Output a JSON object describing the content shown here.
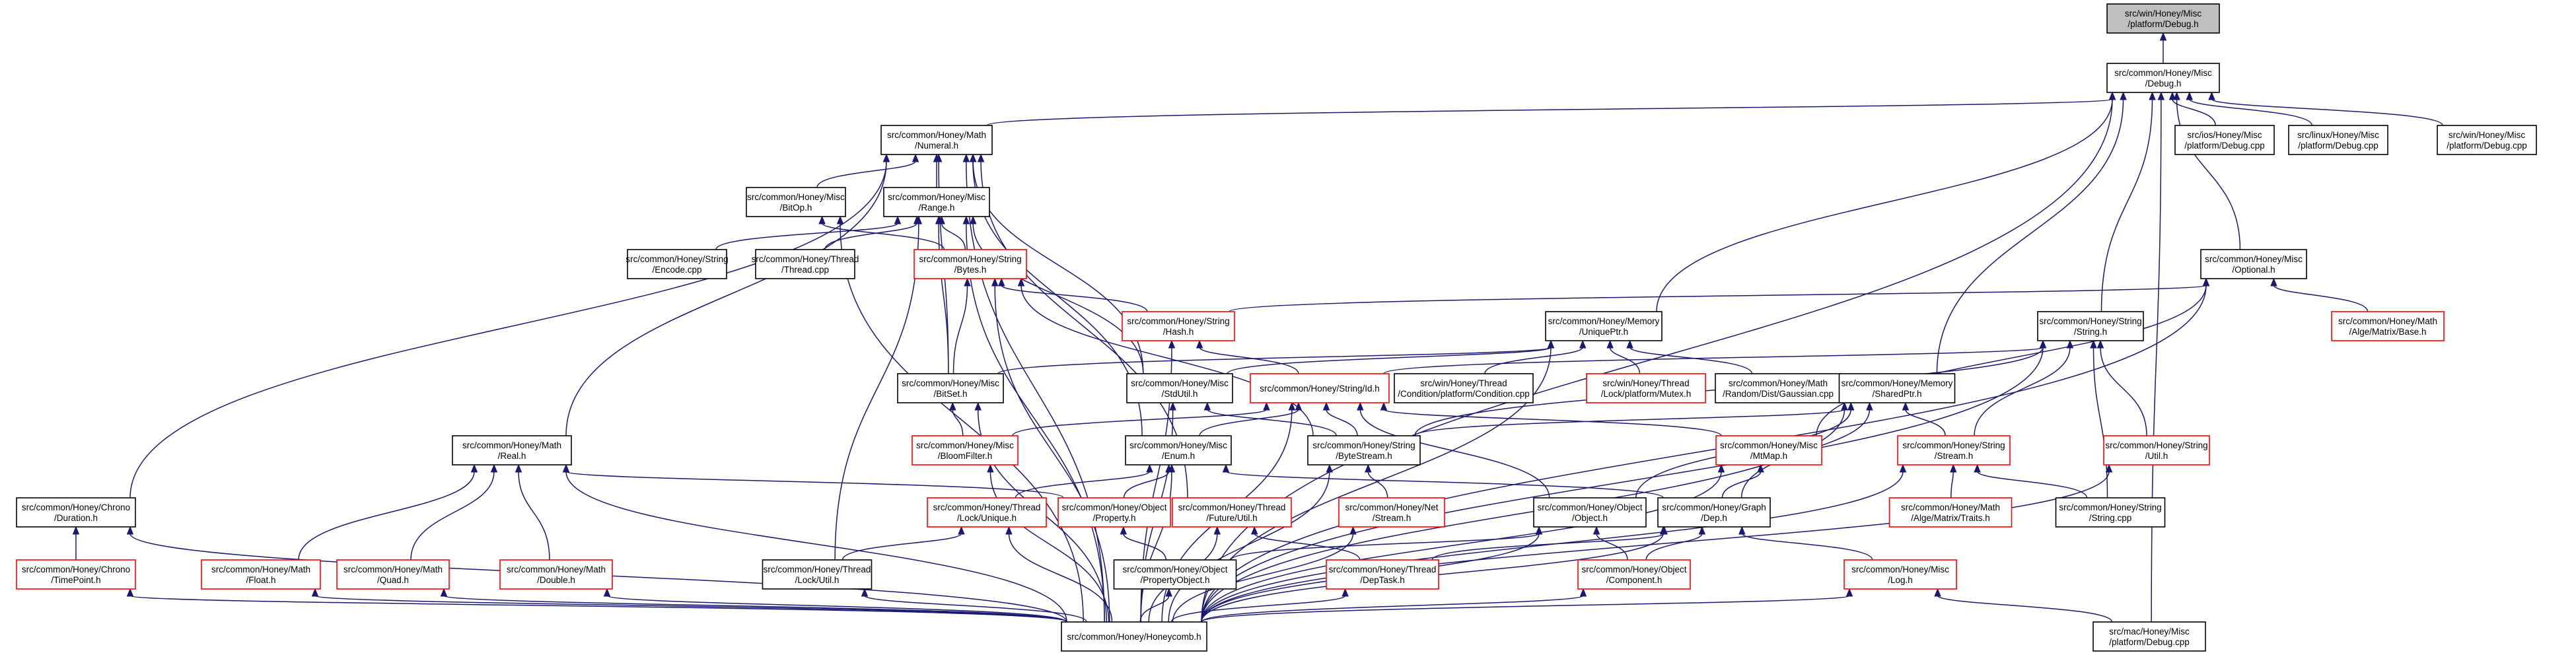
{
  "colors": {
    "edge": "#191970",
    "border_normal": "#000000",
    "border_truncated": "#ff0000",
    "fill_normal": "#ffffff",
    "fill_highlight": "#bfbfbf"
  },
  "nodes": [
    {
      "id": "win_debug",
      "lines": [
        "src/win/Honey/Misc",
        "/platform/Debug.h"
      ],
      "style": "highlight"
    },
    {
      "id": "debug_h",
      "lines": [
        "src/common/Honey/Misc",
        "/Debug.h"
      ],
      "style": "normal"
    },
    {
      "id": "numeral",
      "lines": [
        "src/common/Honey/Math",
        "/Numeral.h"
      ],
      "style": "normal"
    },
    {
      "id": "ios_debug",
      "lines": [
        "src/ios/Honey/Misc",
        "/platform/Debug.cpp"
      ],
      "style": "normal"
    },
    {
      "id": "linux_debug",
      "lines": [
        "src/linux/Honey/Misc",
        "/platform/Debug.cpp"
      ],
      "style": "normal"
    },
    {
      "id": "win_debug_cpp",
      "lines": [
        "src/win/Honey/Misc",
        "/platform/Debug.cpp"
      ],
      "style": "normal"
    },
    {
      "id": "bitop",
      "lines": [
        "src/common/Honey/Misc",
        "/BitOp.h"
      ],
      "style": "normal"
    },
    {
      "id": "range",
      "lines": [
        "src/common/Honey/Misc",
        "/Range.h"
      ],
      "style": "normal"
    },
    {
      "id": "encode",
      "lines": [
        "src/common/Honey/String",
        "/Encode.cpp"
      ],
      "style": "normal"
    },
    {
      "id": "thread_cpp",
      "lines": [
        "src/common/Honey/Thread",
        "/Thread.cpp"
      ],
      "style": "normal"
    },
    {
      "id": "bytes",
      "lines": [
        "src/common/Honey/String",
        "/Bytes.h"
      ],
      "style": "truncated"
    },
    {
      "id": "optional",
      "lines": [
        "src/common/Honey/Misc",
        "/Optional.h"
      ],
      "style": "normal"
    },
    {
      "id": "hash",
      "lines": [
        "src/common/Honey/String",
        "/Hash.h"
      ],
      "style": "truncated"
    },
    {
      "id": "uniqueptr",
      "lines": [
        "src/common/Honey/Memory",
        "/UniquePtr.h"
      ],
      "style": "normal"
    },
    {
      "id": "string_h",
      "lines": [
        "src/common/Honey/String",
        "/String.h"
      ],
      "style": "normal"
    },
    {
      "id": "alge_base",
      "lines": [
        "src/common/Honey/Math",
        "/Alge/Matrix/Base.h"
      ],
      "style": "truncated"
    },
    {
      "id": "bitset",
      "lines": [
        "src/common/Honey/Misc",
        "/BitSet.h"
      ],
      "style": "normal"
    },
    {
      "id": "stdutil",
      "lines": [
        "src/common/Honey/Misc",
        "/StdUtil.h"
      ],
      "style": "normal"
    },
    {
      "id": "stringid",
      "lines": [
        "src/common/Honey/String/Id.h"
      ],
      "style": "truncated"
    },
    {
      "id": "cond_cpp",
      "lines": [
        "src/win/Honey/Thread",
        "/Condition/platform/Condition.cpp"
      ],
      "style": "normal"
    },
    {
      "id": "mutex_h",
      "lines": [
        "src/win/Honey/Thread",
        "/Lock/platform/Mutex.h"
      ],
      "style": "truncated"
    },
    {
      "id": "gaussian",
      "lines": [
        "src/common/Honey/Math",
        "/Random/Dist/Gaussian.cpp"
      ],
      "style": "normal"
    },
    {
      "id": "sharedptr",
      "lines": [
        "src/common/Honey/Memory",
        "/SharedPtr.h"
      ],
      "style": "normal"
    },
    {
      "id": "real",
      "lines": [
        "src/common/Honey/Math",
        "/Real.h"
      ],
      "style": "normal"
    },
    {
      "id": "bloom",
      "lines": [
        "src/common/Honey/Misc",
        "/BloomFilter.h"
      ],
      "style": "truncated"
    },
    {
      "id": "enum_h",
      "lines": [
        "src/common/Honey/Misc",
        "/Enum.h"
      ],
      "style": "normal"
    },
    {
      "id": "bytestream",
      "lines": [
        "src/common/Honey/String",
        "/ByteStream.h"
      ],
      "style": "normal"
    },
    {
      "id": "mtmap",
      "lines": [
        "src/common/Honey/Misc",
        "/MtMap.h"
      ],
      "style": "truncated"
    },
    {
      "id": "stream_h",
      "lines": [
        "src/common/Honey/String",
        "/Stream.h"
      ],
      "style": "truncated"
    },
    {
      "id": "util_h",
      "lines": [
        "src/common/Honey/String",
        "/Util.h"
      ],
      "style": "truncated"
    },
    {
      "id": "duration",
      "lines": [
        "src/common/Honey/Chrono",
        "/Duration.h"
      ],
      "style": "normal"
    },
    {
      "id": "lockunique",
      "lines": [
        "src/common/Honey/Thread",
        "/Lock/Unique.h"
      ],
      "style": "truncated"
    },
    {
      "id": "property",
      "lines": [
        "src/common/Honey/Object",
        "/Property.h"
      ],
      "style": "truncated"
    },
    {
      "id": "future_util",
      "lines": [
        "src/common/Honey/Thread",
        "/Future/Util.h"
      ],
      "style": "truncated"
    },
    {
      "id": "net_stream",
      "lines": [
        "src/common/Honey/Net",
        "/Stream.h"
      ],
      "style": "truncated"
    },
    {
      "id": "object_h",
      "lines": [
        "src/common/Honey/Object",
        "/Object.h"
      ],
      "style": "normal"
    },
    {
      "id": "graph_dep",
      "lines": [
        "src/common/Honey/Graph",
        "/Dep.h"
      ],
      "style": "normal"
    },
    {
      "id": "traits",
      "lines": [
        "src/common/Honey/Math",
        "/Alge/Matrix/Traits.h"
      ],
      "style": "truncated"
    },
    {
      "id": "string_cpp",
      "lines": [
        "src/common/Honey/String",
        "/String.cpp"
      ],
      "style": "normal"
    },
    {
      "id": "timepoint",
      "lines": [
        "src/common/Honey/Chrono",
        "/TimePoint.h"
      ],
      "style": "truncated"
    },
    {
      "id": "float_h",
      "lines": [
        "src/common/Honey/Math",
        "/Float.h"
      ],
      "style": "truncated"
    },
    {
      "id": "quad",
      "lines": [
        "src/common/Honey/Math",
        "/Quad.h"
      ],
      "style": "truncated"
    },
    {
      "id": "double_h",
      "lines": [
        "src/common/Honey/Math",
        "/Double.h"
      ],
      "style": "truncated"
    },
    {
      "id": "lockutil",
      "lines": [
        "src/common/Honey/Thread",
        "/Lock/Util.h"
      ],
      "style": "normal"
    },
    {
      "id": "propobj",
      "lines": [
        "src/common/Honey/Object",
        "/PropertyObject.h"
      ],
      "style": "normal"
    },
    {
      "id": "deptask",
      "lines": [
        "src/common/Honey/Thread",
        "/DepTask.h"
      ],
      "style": "truncated"
    },
    {
      "id": "component",
      "lines": [
        "src/common/Honey/Object",
        "/Component.h"
      ],
      "style": "truncated"
    },
    {
      "id": "log_h",
      "lines": [
        "src/common/Honey/Misc",
        "/Log.h"
      ],
      "style": "truncated"
    },
    {
      "id": "honeycomb",
      "lines": [
        "src/common/Honey/Honeycomb.h"
      ],
      "style": "normal"
    },
    {
      "id": "mac_debug",
      "lines": [
        "src/mac/Honey/Misc",
        "/platform/Debug.cpp"
      ],
      "style": "normal"
    }
  ],
  "edges": [
    [
      "debug_h",
      "win_debug"
    ],
    [
      "numeral",
      "debug_h"
    ],
    [
      "ios_debug",
      "debug_h"
    ],
    [
      "linux_debug",
      "debug_h"
    ],
    [
      "win_debug_cpp",
      "debug_h"
    ],
    [
      "optional",
      "debug_h"
    ],
    [
      "uniqueptr",
      "debug_h"
    ],
    [
      "string_h",
      "debug_h"
    ],
    [
      "sharedptr",
      "debug_h"
    ],
    [
      "honeycomb",
      "debug_h"
    ],
    [
      "mac_debug",
      "debug_h"
    ],
    [
      "bitop",
      "numeral"
    ],
    [
      "range",
      "numeral"
    ],
    [
      "real",
      "numeral"
    ],
    [
      "duration",
      "numeral"
    ],
    [
      "bitset",
      "numeral"
    ],
    [
      "stdutil",
      "numeral"
    ],
    [
      "enum_h",
      "numeral"
    ],
    [
      "future_util",
      "numeral"
    ],
    [
      "honeycomb",
      "numeral"
    ],
    [
      "bytes",
      "bitop"
    ],
    [
      "honeycomb",
      "bitop"
    ],
    [
      "encode",
      "range"
    ],
    [
      "thread_cpp",
      "range"
    ],
    [
      "bytes",
      "range"
    ],
    [
      "bitset",
      "range"
    ],
    [
      "stdutil",
      "range"
    ],
    [
      "lockutil",
      "range"
    ],
    [
      "honeycomb",
      "range"
    ],
    [
      "hash",
      "bytes"
    ],
    [
      "bitset",
      "bytes"
    ],
    [
      "bytestream",
      "bytes"
    ],
    [
      "honeycomb",
      "bytes"
    ],
    [
      "hash",
      "optional"
    ],
    [
      "alge_base",
      "optional"
    ],
    [
      "mtmap",
      "optional"
    ],
    [
      "honeycomb",
      "optional"
    ],
    [
      "stringid",
      "hash"
    ],
    [
      "honeycomb",
      "hash"
    ],
    [
      "bitset",
      "uniqueptr"
    ],
    [
      "cond_cpp",
      "uniqueptr"
    ],
    [
      "mutex_h",
      "uniqueptr"
    ],
    [
      "gaussian",
      "uniqueptr"
    ],
    [
      "stdutil",
      "uniqueptr"
    ],
    [
      "honeycomb",
      "uniqueptr"
    ],
    [
      "stringid",
      "string_h"
    ],
    [
      "bytestream",
      "string_h"
    ],
    [
      "stream_h",
      "string_h"
    ],
    [
      "util_h",
      "string_h"
    ],
    [
      "string_cpp",
      "string_h"
    ],
    [
      "honeycomb",
      "string_h"
    ],
    [
      "bloom",
      "bitset"
    ],
    [
      "honeycomb",
      "bitset"
    ],
    [
      "bytestream",
      "stdutil"
    ],
    [
      "honeycomb",
      "stdutil"
    ],
    [
      "bloom",
      "stringid"
    ],
    [
      "enum_h",
      "stringid"
    ],
    [
      "bytestream",
      "stringid"
    ],
    [
      "mtmap",
      "stringid"
    ],
    [
      "object_h",
      "stringid"
    ],
    [
      "honeycomb",
      "stringid"
    ],
    [
      "bytestream",
      "sharedptr"
    ],
    [
      "graph_dep",
      "sharedptr"
    ],
    [
      "object_h",
      "sharedptr"
    ],
    [
      "stream_h",
      "sharedptr"
    ],
    [
      "honeycomb",
      "sharedptr"
    ],
    [
      "float_h",
      "real"
    ],
    [
      "quad",
      "real"
    ],
    [
      "double_h",
      "real"
    ],
    [
      "property",
      "real"
    ],
    [
      "honeycomb",
      "real"
    ],
    [
      "honeycomb",
      "bloom"
    ],
    [
      "lockunique",
      "enum_h"
    ],
    [
      "property",
      "enum_h"
    ],
    [
      "graph_dep",
      "enum_h"
    ],
    [
      "honeycomb",
      "enum_h"
    ],
    [
      "net_stream",
      "bytestream"
    ],
    [
      "honeycomb",
      "bytestream"
    ],
    [
      "graph_dep",
      "mtmap"
    ],
    [
      "honeycomb",
      "mtmap"
    ],
    [
      "traits",
      "stream_h"
    ],
    [
      "string_cpp",
      "stream_h"
    ],
    [
      "honeycomb",
      "stream_h"
    ],
    [
      "honeycomb",
      "util_h"
    ],
    [
      "timepoint",
      "duration"
    ],
    [
      "honeycomb",
      "duration"
    ],
    [
      "lockutil",
      "lockunique"
    ],
    [
      "honeycomb",
      "lockunique"
    ],
    [
      "propobj",
      "property"
    ],
    [
      "deptask",
      "future_util"
    ],
    [
      "honeycomb",
      "future_util"
    ],
    [
      "honeycomb",
      "net_stream"
    ],
    [
      "propobj",
      "object_h"
    ],
    [
      "component",
      "object_h"
    ],
    [
      "honeycomb",
      "object_h"
    ],
    [
      "deptask",
      "graph_dep"
    ],
    [
      "component",
      "graph_dep"
    ],
    [
      "log_h",
      "graph_dep"
    ],
    [
      "honeycomb",
      "graph_dep"
    ],
    [
      "honeycomb",
      "timepoint"
    ],
    [
      "honeycomb",
      "float_h"
    ],
    [
      "honeycomb",
      "quad"
    ],
    [
      "honeycomb",
      "double_h"
    ],
    [
      "honeycomb",
      "lockutil"
    ],
    [
      "honeycomb",
      "propobj"
    ],
    [
      "honeycomb",
      "deptask"
    ],
    [
      "honeycomb",
      "component"
    ],
    [
      "honeycomb",
      "log_h"
    ],
    [
      "mac_debug",
      "log_h"
    ]
  ]
}
